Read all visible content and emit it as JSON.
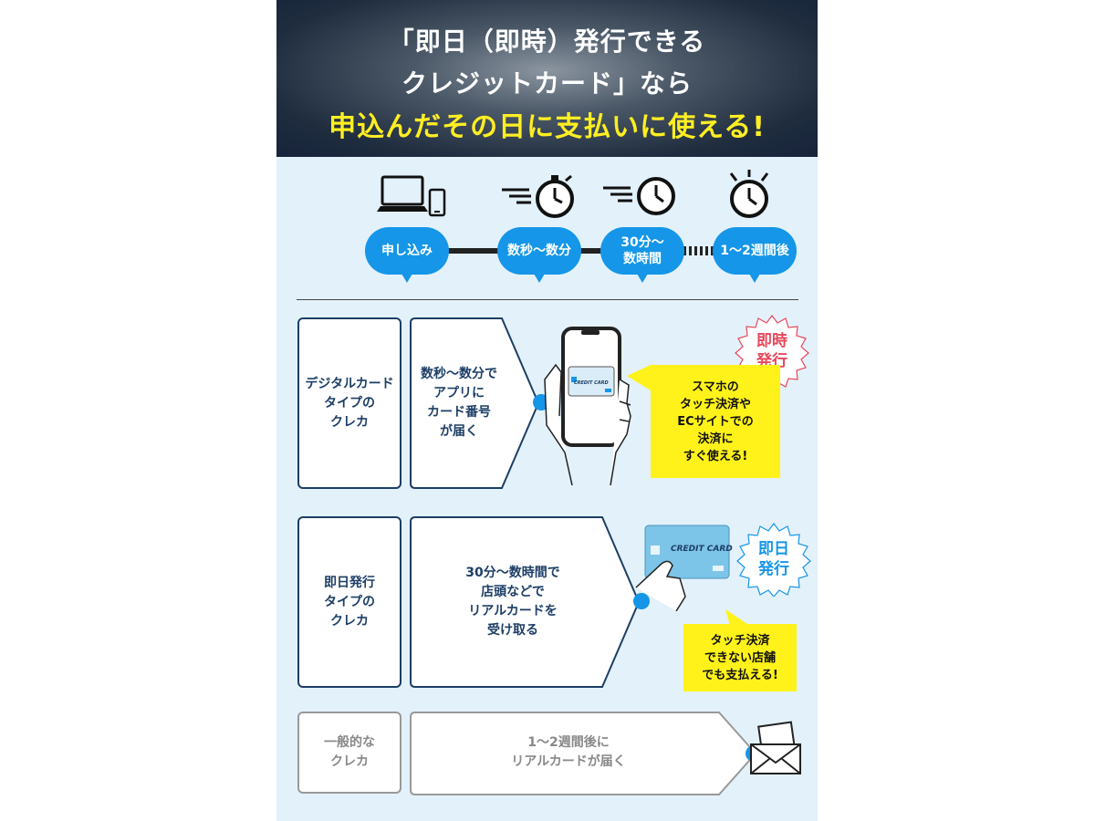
{
  "header": {
    "line1": "「即日（即時）発行できる",
    "line2": "クレジットカード」なら",
    "line3": "申込んだその日に支払いに使える!"
  },
  "timeline": {
    "steps": [
      {
        "label": "申し込み",
        "icon": "laptop-phone-icon"
      },
      {
        "label": "数秒～数分",
        "icon": "fast-stopwatch-icon"
      },
      {
        "label": "30分～\n数時間",
        "icon": "fast-clock-icon"
      },
      {
        "label": "1～2週間後",
        "icon": "alarm-clock-icon"
      }
    ]
  },
  "rows": [
    {
      "type_label": "デジタルカード\nタイプの\nクレカ",
      "description": "数秒～数分で\nアプリに\nカード番号\nが届く",
      "badge": "即時\n発行",
      "badge_color": "#e8475a",
      "callout": "スマホの\nタッチ決済や\nECサイトでの\n決済に\nすぐ使える!",
      "card_text": "CREDIT CARD",
      "icon": "hand-smartphone-icon"
    },
    {
      "type_label": "即日発行\nタイプの\nクレカ",
      "description": "30分～数時間で\n店頭などで\nリアルカードを\n受け取る",
      "badge": "即日\n発行",
      "badge_color": "#1596e8",
      "callout": "タッチ決済\nできない店舗\nでも支払える!",
      "card_text": "CREDIT CARD",
      "icon": "hand-credit-card-icon"
    },
    {
      "type_label": "一般的な\nクレカ",
      "description": "1～2週間後に\nリアルカードが届く",
      "icon": "envelope-icon"
    }
  ],
  "colors": {
    "accent_blue": "#1596e8",
    "navy": "#1d3e66",
    "highlight_yellow": "#fff21a",
    "header_yellow": "#ffee22"
  }
}
